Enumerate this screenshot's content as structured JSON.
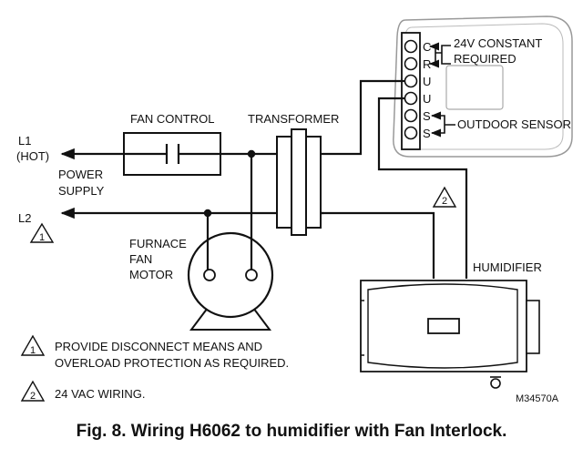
{
  "terminals": [
    "C",
    "R",
    "U",
    "U",
    "S",
    "S"
  ],
  "labels": {
    "power_24v_line1": "24V CONSTANT",
    "power_24v_line2": "REQUIRED",
    "outdoor_sensor": "OUTDOOR SENSOR",
    "fan_control": "FAN CONTROL",
    "transformer": "TRANSFORMER",
    "l1": "L1",
    "hot": "(HOT)",
    "power": "POWER",
    "supply": "SUPPLY",
    "l2": "L2",
    "furnace": "FURNACE",
    "fan": "FAN",
    "motor": "MOTOR",
    "humidifier": "HUMIDIFIER"
  },
  "markers": {
    "note1": "1",
    "note2": "2"
  },
  "notes": {
    "note1_line1": "PROVIDE DISCONNECT MEANS AND",
    "note1_line2": "OVERLOAD PROTECTION AS REQUIRED.",
    "note2": "24 VAC WIRING."
  },
  "figure_code": "M34570A",
  "caption": "Fig. 8. Wiring H6062 to humidifier with Fan Interlock."
}
